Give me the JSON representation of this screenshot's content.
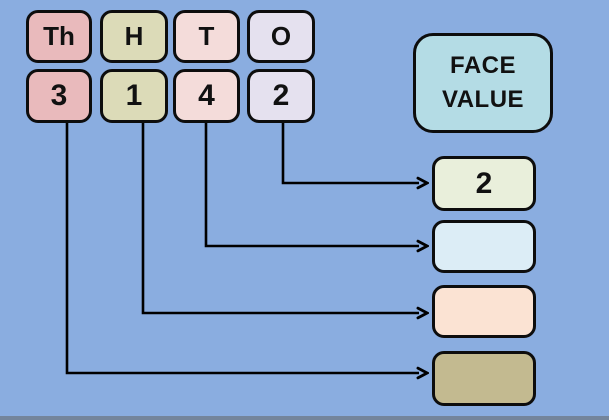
{
  "background_color": "#8aade0",
  "bottom_edge_color": "#74859c",
  "arrow_color": "#000000",
  "place_value_table": {
    "columns": [
      {
        "header": "Th",
        "digit": "3",
        "fill": "#e9babc"
      },
      {
        "header": "H",
        "digit": "1",
        "fill": "#dcdbb8"
      },
      {
        "header": "T",
        "digit": "4",
        "fill": "#f4dcda"
      },
      {
        "header": "O",
        "digit": "2",
        "fill": "#e5e1ef"
      }
    ]
  },
  "face_value_box": {
    "line1": "FACE",
    "line2": "VALUE",
    "fill": "#b4dce5"
  },
  "answer_boxes": [
    {
      "value": "2",
      "fill": "#e9efdb"
    },
    {
      "value": "",
      "fill": "#dcedf6"
    },
    {
      "value": "",
      "fill": "#fbe3d3"
    },
    {
      "value": "",
      "fill": "#c3ba90"
    }
  ]
}
